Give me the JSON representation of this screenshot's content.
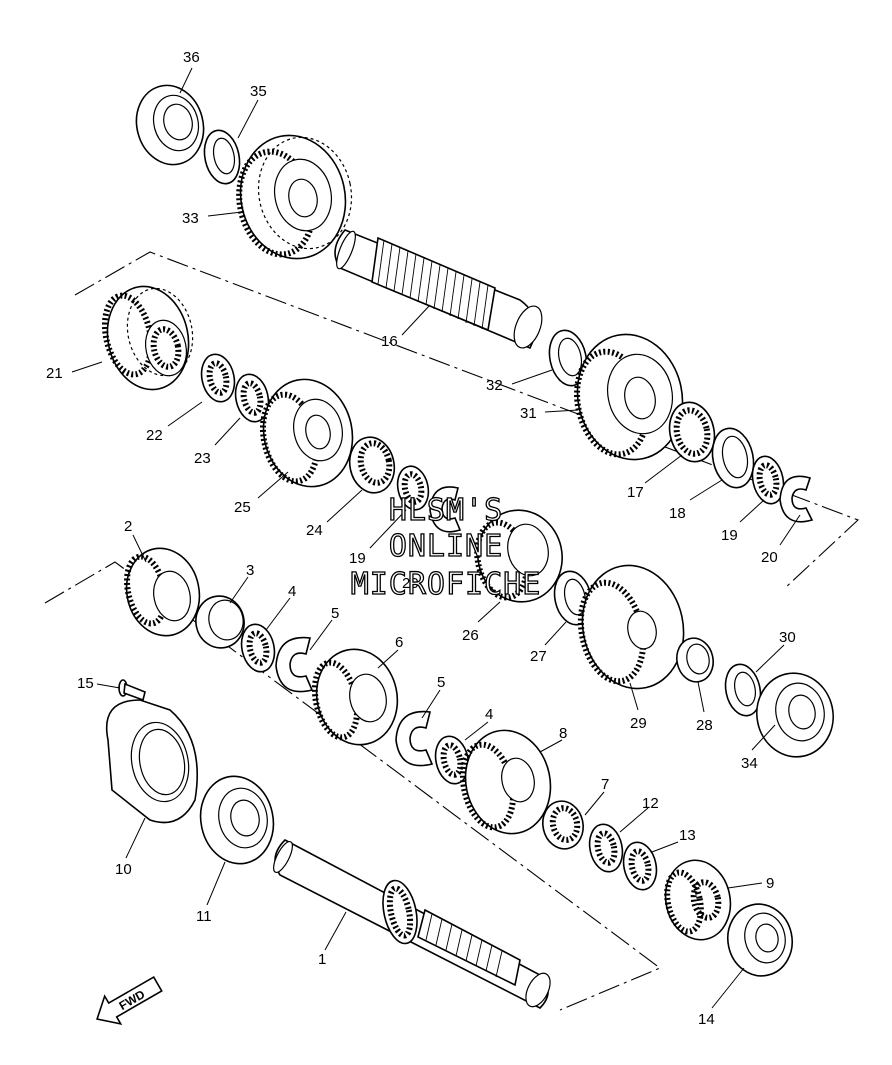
{
  "diagram": {
    "callouts": [
      {
        "id": "36",
        "text": "36"
      },
      {
        "id": "35",
        "text": "35"
      },
      {
        "id": "33",
        "text": "33"
      },
      {
        "id": "16",
        "text": "16"
      },
      {
        "id": "32",
        "text": "32"
      },
      {
        "id": "31",
        "text": "31"
      },
      {
        "id": "21",
        "text": "21"
      },
      {
        "id": "22",
        "text": "22"
      },
      {
        "id": "23",
        "text": "23"
      },
      {
        "id": "25",
        "text": "25"
      },
      {
        "id": "24",
        "text": "24"
      },
      {
        "id": "19a",
        "text": "19"
      },
      {
        "id": "20a",
        "text": "20"
      },
      {
        "id": "17",
        "text": "17"
      },
      {
        "id": "18",
        "text": "18"
      },
      {
        "id": "19b",
        "text": "19"
      },
      {
        "id": "20b",
        "text": "20"
      },
      {
        "id": "2",
        "text": "2"
      },
      {
        "id": "3",
        "text": "3"
      },
      {
        "id": "4a",
        "text": "4"
      },
      {
        "id": "5a",
        "text": "5"
      },
      {
        "id": "6",
        "text": "6"
      },
      {
        "id": "26",
        "text": "26"
      },
      {
        "id": "27",
        "text": "27"
      },
      {
        "id": "29",
        "text": "29"
      },
      {
        "id": "28",
        "text": "28"
      },
      {
        "id": "30",
        "text": "30"
      },
      {
        "id": "34",
        "text": "34"
      },
      {
        "id": "15",
        "text": "15"
      },
      {
        "id": "5b",
        "text": "5"
      },
      {
        "id": "4b",
        "text": "4"
      },
      {
        "id": "8",
        "text": "8"
      },
      {
        "id": "7",
        "text": "7"
      },
      {
        "id": "12",
        "text": "12"
      },
      {
        "id": "13",
        "text": "13"
      },
      {
        "id": "9",
        "text": "9"
      },
      {
        "id": "10",
        "text": "10"
      },
      {
        "id": "11",
        "text": "11"
      },
      {
        "id": "1",
        "text": "1"
      },
      {
        "id": "14",
        "text": "14"
      }
    ],
    "watermark": [
      "HLSM'S",
      "ONLINE",
      "MICROFICHE"
    ],
    "fwd_label": "FWD"
  }
}
